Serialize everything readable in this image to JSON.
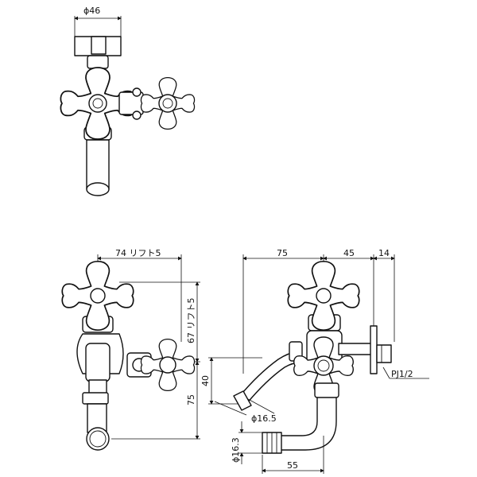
{
  "labels": {
    "diameter_46": "ϕ46",
    "front_width": "74 リフト5",
    "front_height_upper": "67 リフト5",
    "front_height_lower": "75",
    "side_width_75": "75",
    "side_width_45": "45",
    "side_width_14": "14",
    "side_height_40": "40",
    "pipe_diameter": "ϕ16.5",
    "outlet_diameter": "ϕ16.3",
    "outlet_length": "55",
    "thread": "PJ1/2"
  }
}
